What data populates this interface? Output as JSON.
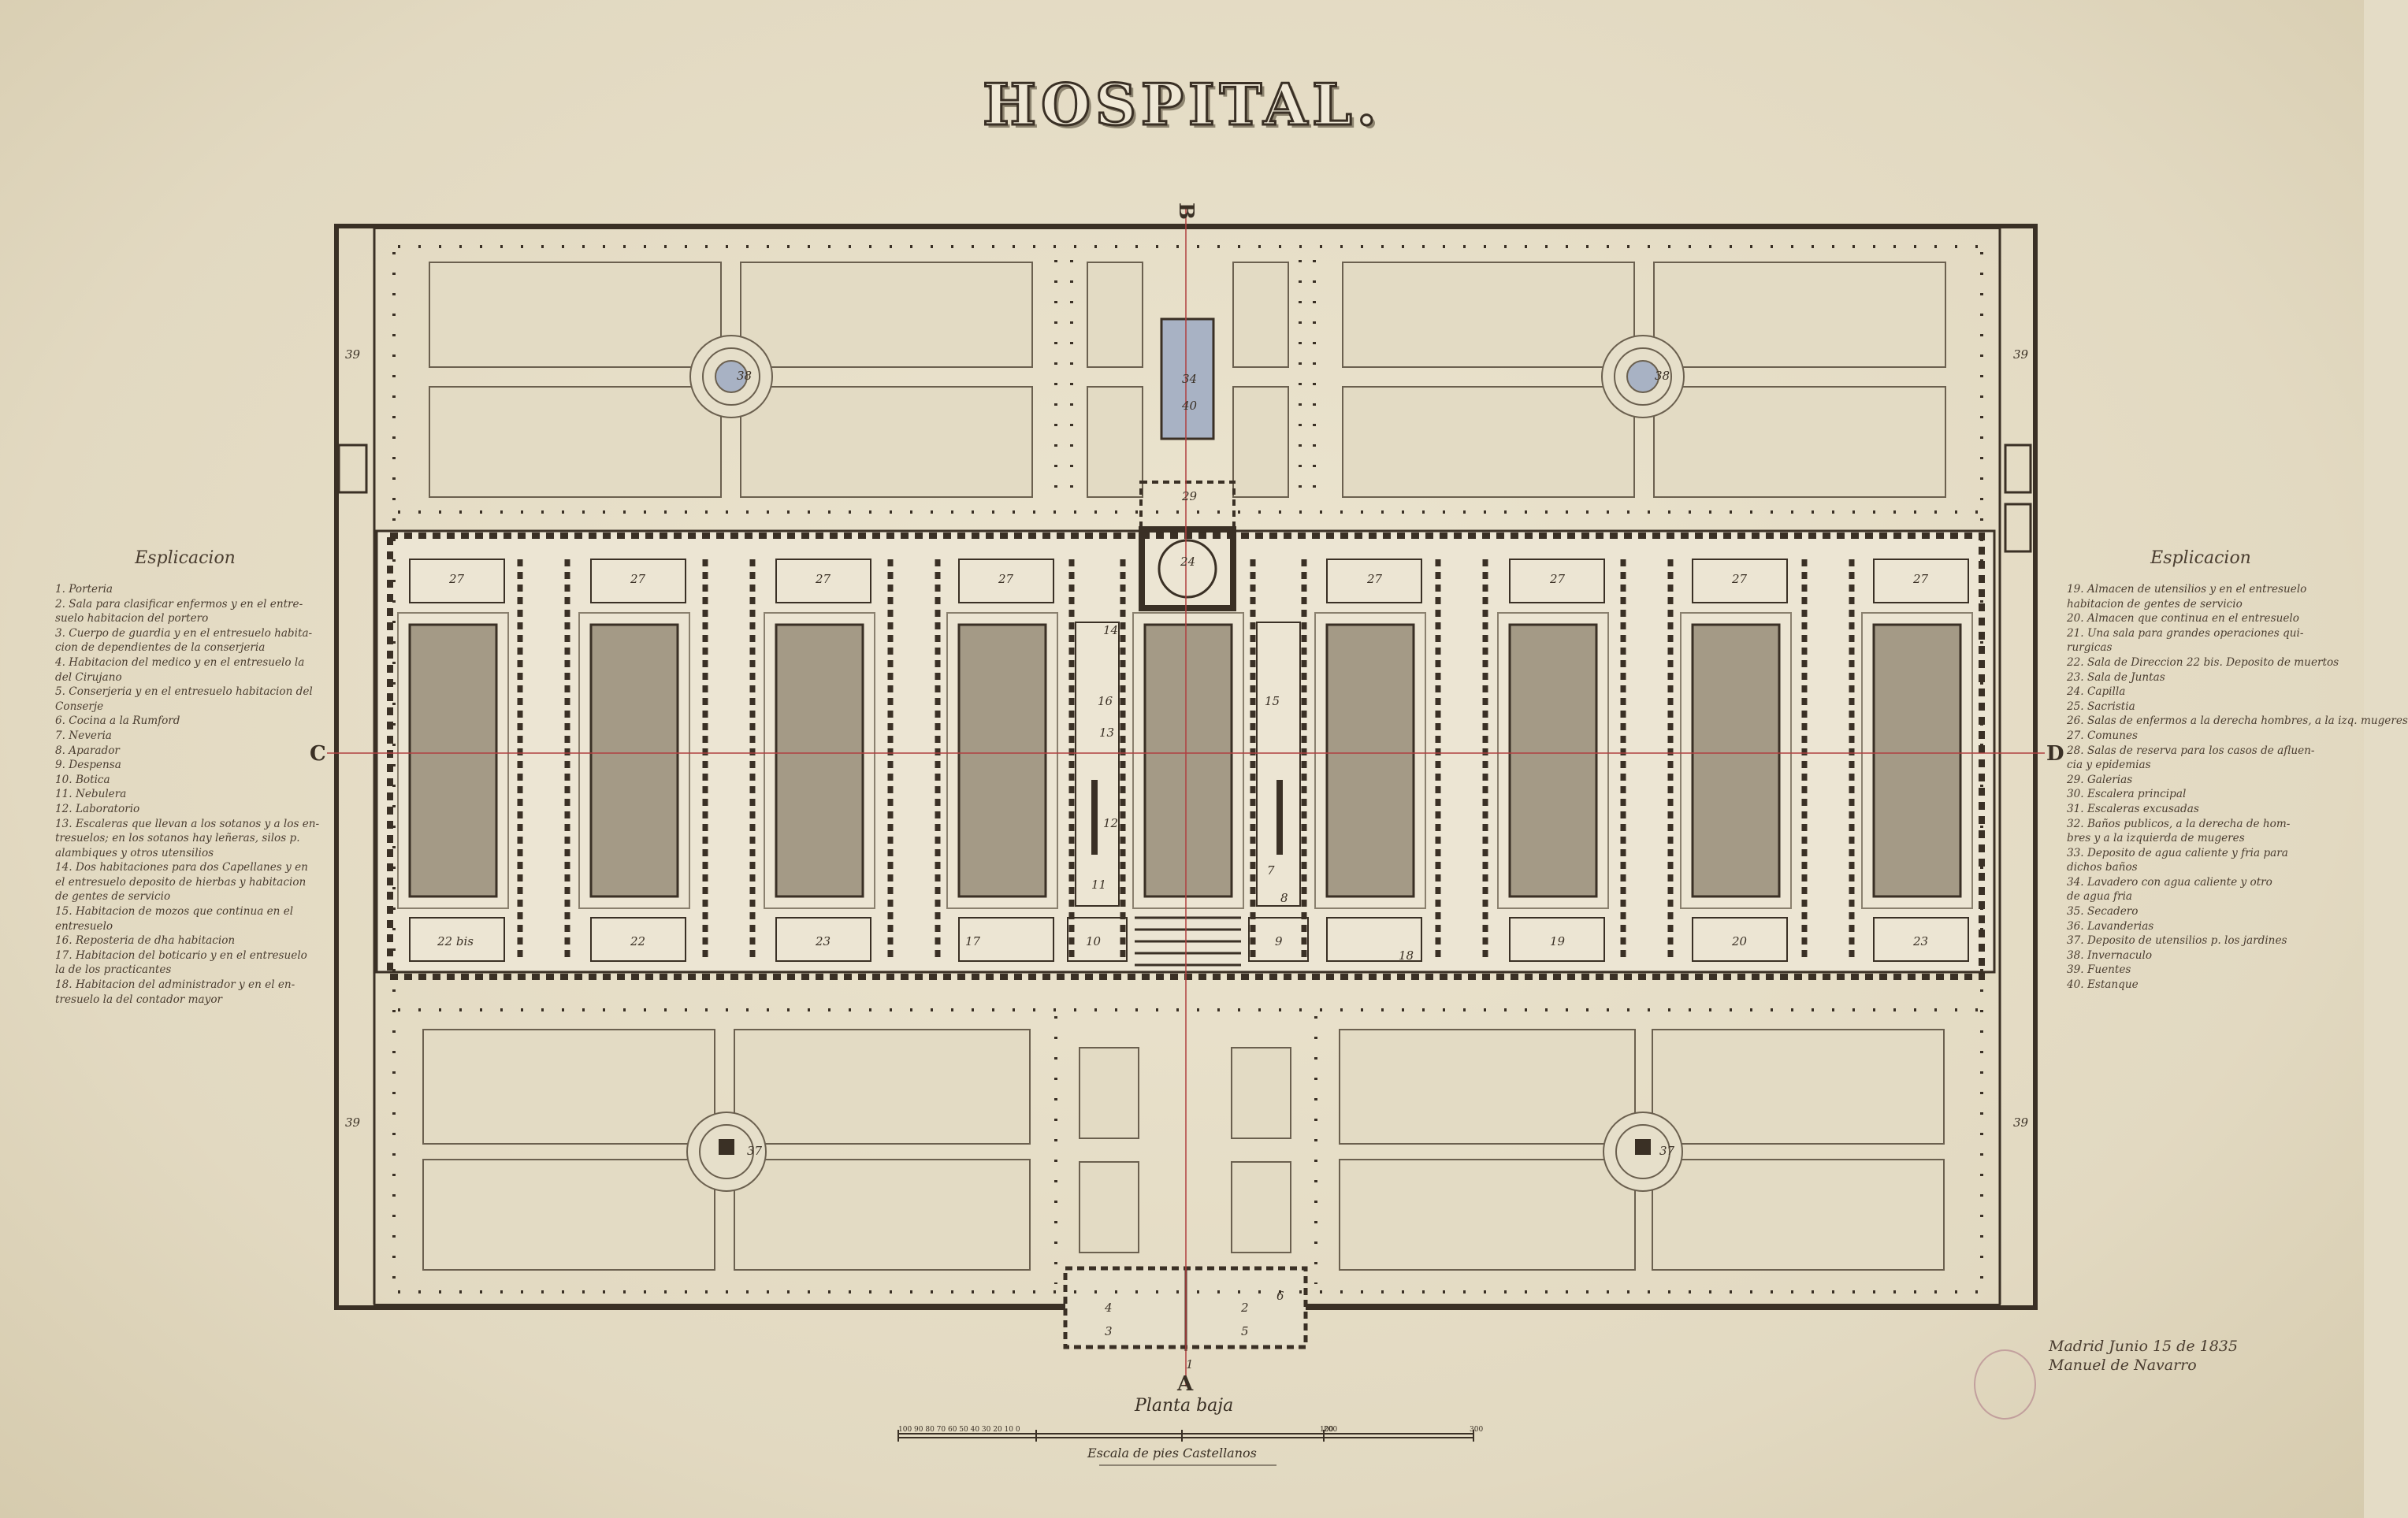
{
  "title": "HOSPITAL.",
  "legend_left": {
    "heading": "Esplicacion",
    "items": [
      "1. Porteria",
      "2. Sala para clasificar enfermos y en el entre-",
      "   suelo habitacion del portero",
      "3. Cuerpo de guardia y en el entresuelo habita-",
      "   cion de dependientes de la conserjeria",
      "4. Habitacion del medico y en el entresuelo la",
      "   del Cirujano",
      "5. Conserjeria y en el entresuelo habitacion del",
      "   Conserje",
      "6. Cocina a la Rumford",
      "7. Neveria",
      "8. Aparador",
      "9. Despensa",
      "10. Botica",
      "11. Nebulera",
      "12. Laboratorio",
      "13. Escaleras que llevan a los sotanos y a los en-",
      "    tresuelos; en los sotanos hay leñeras, silos p.",
      "    alambiques y otros utensilios",
      "14. Dos habitaciones para dos Capellanes y en",
      "    el entresuelo deposito de hierbas y habitacion",
      "    de gentes de servicio",
      "15. Habitacion de mozos que continua en el",
      "    entresuelo",
      "16. Reposteria de dha habitacion",
      "17. Habitacion del boticario y en el entresuelo",
      "    la de los practicantes",
      "18. Habitacion del administrador y en el en-",
      "    tresuelo la del contador mayor"
    ]
  },
  "legend_right": {
    "heading": "Esplicacion",
    "items": [
      "19. Almacen de utensilios y en el entresuelo",
      "    habitacion de gentes de servicio",
      "20. Almacen que continua en el entresuelo",
      "21. Una sala para grandes operaciones qui-",
      "    rurgicas",
      "22. Sala de Direccion  22 bis. Deposito de muertos",
      "23. Sala de Juntas",
      "24. Capilla",
      "25. Sacristia",
      "26. Salas de enfermos a la derecha hombres, a la izq. mugeres",
      "27. Comunes",
      "28. Salas de reserva para los casos de afluen-",
      "    cia y epidemias",
      "29. Galerias",
      "30. Escalera principal",
      "31. Escaleras excusadas",
      "32. Baños publicos, a la derecha de hom-",
      "    bres y a la izquierda de mugeres",
      "33. Deposito de agua caliente y fria para",
      "    dichos baños",
      "34. Lavadero con agua caliente y otro",
      "    de agua fria",
      "35. Secadero",
      "36. Lavanderias",
      "37. Deposito de utensilios p. los jardines",
      "38. Invernaculo",
      "39. Fuentes",
      "40. Estanque"
    ]
  },
  "section_marks": {
    "top": "B",
    "bottom": "A",
    "left": "C",
    "right": "D"
  },
  "room_numbers": {
    "court_top_row": [
      "27",
      "27",
      "27",
      "27",
      "24",
      "27",
      "27",
      "27",
      "27"
    ],
    "court_bottom_row": [
      "22 bis",
      "22",
      "23",
      "17",
      "10",
      "9",
      "18",
      "19",
      "20",
      "23"
    ],
    "central": [
      "29",
      "34",
      "16",
      "12",
      "11",
      "15",
      "14",
      "13",
      "7",
      "8",
      "4",
      "3",
      "2",
      "5",
      "1",
      "6"
    ],
    "garden": [
      "39",
      "39",
      "39",
      "39",
      "37",
      "37",
      "38",
      "38",
      "40"
    ]
  },
  "plan_label": "Planta baja",
  "scale": {
    "caption": "Escala de pies Castellanos",
    "ticks": [
      "100 90 80 70 60 50 40 30 20 10 0",
      "100",
      "200",
      "300"
    ]
  },
  "signature": {
    "line1": "Madrid Junio 15 de 1835",
    "line2": "Manuel de Navarro"
  },
  "colors": {
    "paper": "#e4dcc6",
    "ink": "#3a3025",
    "court_fill": "#a49a86",
    "pond_fill": "#a8b2c4",
    "axis_red": "#b04040"
  }
}
